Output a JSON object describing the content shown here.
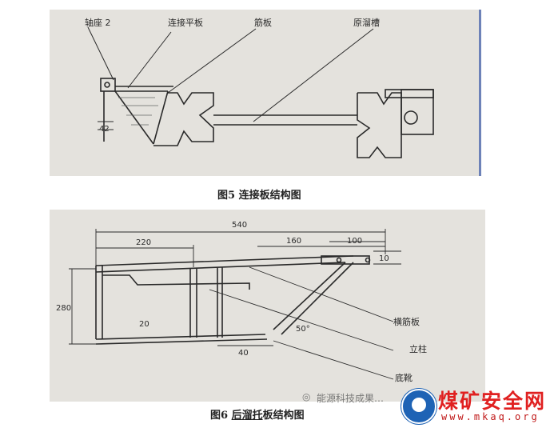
{
  "figure5": {
    "caption": "图5  连接板结构图",
    "labels": {
      "shaft_seat": "轴座 2",
      "connect_plate": "连接平板",
      "rib": "筋板",
      "trough": "原溜槽"
    },
    "dimension": "42"
  },
  "figure6": {
    "caption_prefix": "图6  ",
    "caption_underlined": "后溜托",
    "caption_suffix": "板结构图",
    "dimensions": {
      "total_width": "540",
      "left_width": "220",
      "mid_width": "160",
      "right_width": "100",
      "height": "280",
      "small_height": "20",
      "tab_height": "10",
      "bottom_width": "40",
      "angle": "50°"
    },
    "labels": {
      "cross_rib": "横筋板",
      "column": "立柱",
      "base_shoe": "底靴"
    }
  },
  "watermark": {
    "wechat_text": "能源科技成果",
    "wechat_suffix": "…",
    "site_name": "煤矿安全网",
    "site_url": "www.mkaq.org"
  },
  "colors": {
    "photo_background": "#e4e2dd",
    "logo_red": "#e02020",
    "logo_blue": "#1e63b5"
  }
}
